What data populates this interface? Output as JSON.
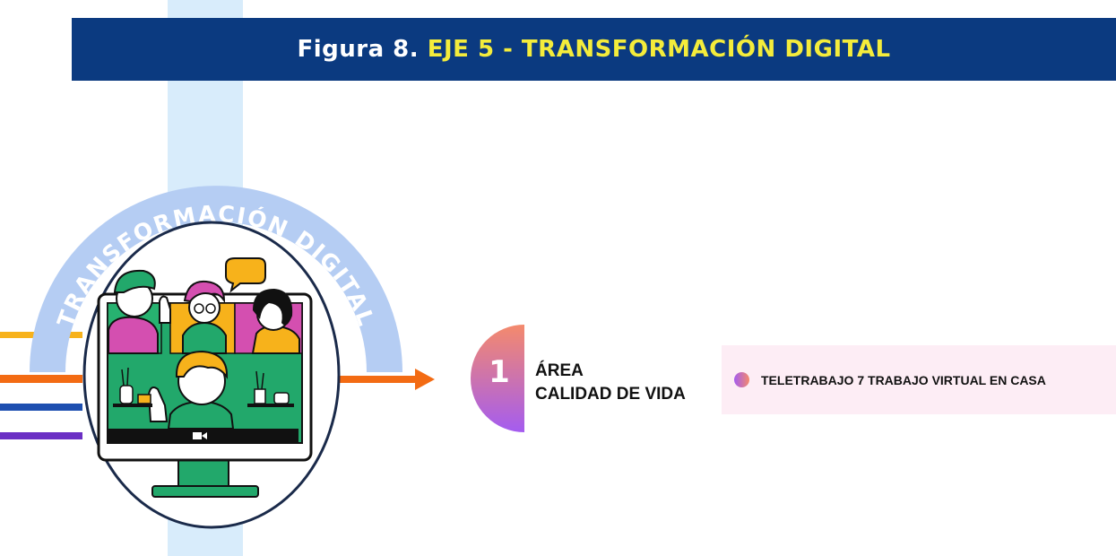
{
  "title": {
    "prefix": "Figura 8. ",
    "highlight": "EJE 5 - TRANSFORMACIÓN DIGITAL"
  },
  "arc_text": "TRANSFORMACIÓN DIGITAL",
  "area": {
    "number": "1",
    "line1": "ÁREA",
    "line2": "CALIDAD DE VIDA"
  },
  "items": [
    {
      "label": "TELETRABAJO 7 TRABAJO VIRTUAL EN CASA"
    }
  ],
  "colors": {
    "title_bg": "#0b3a80",
    "title_highlight": "#f4ec3b",
    "arc": "#b5cdf3",
    "arrow": "#f36b13",
    "line_yellow": "#f7b21b",
    "line_blue": "#1d4fb0",
    "line_purple": "#6b2fc4",
    "badge_gradient": [
      "#f48a6c",
      "#a45cf0"
    ],
    "item_bg": "#fdedf5"
  }
}
